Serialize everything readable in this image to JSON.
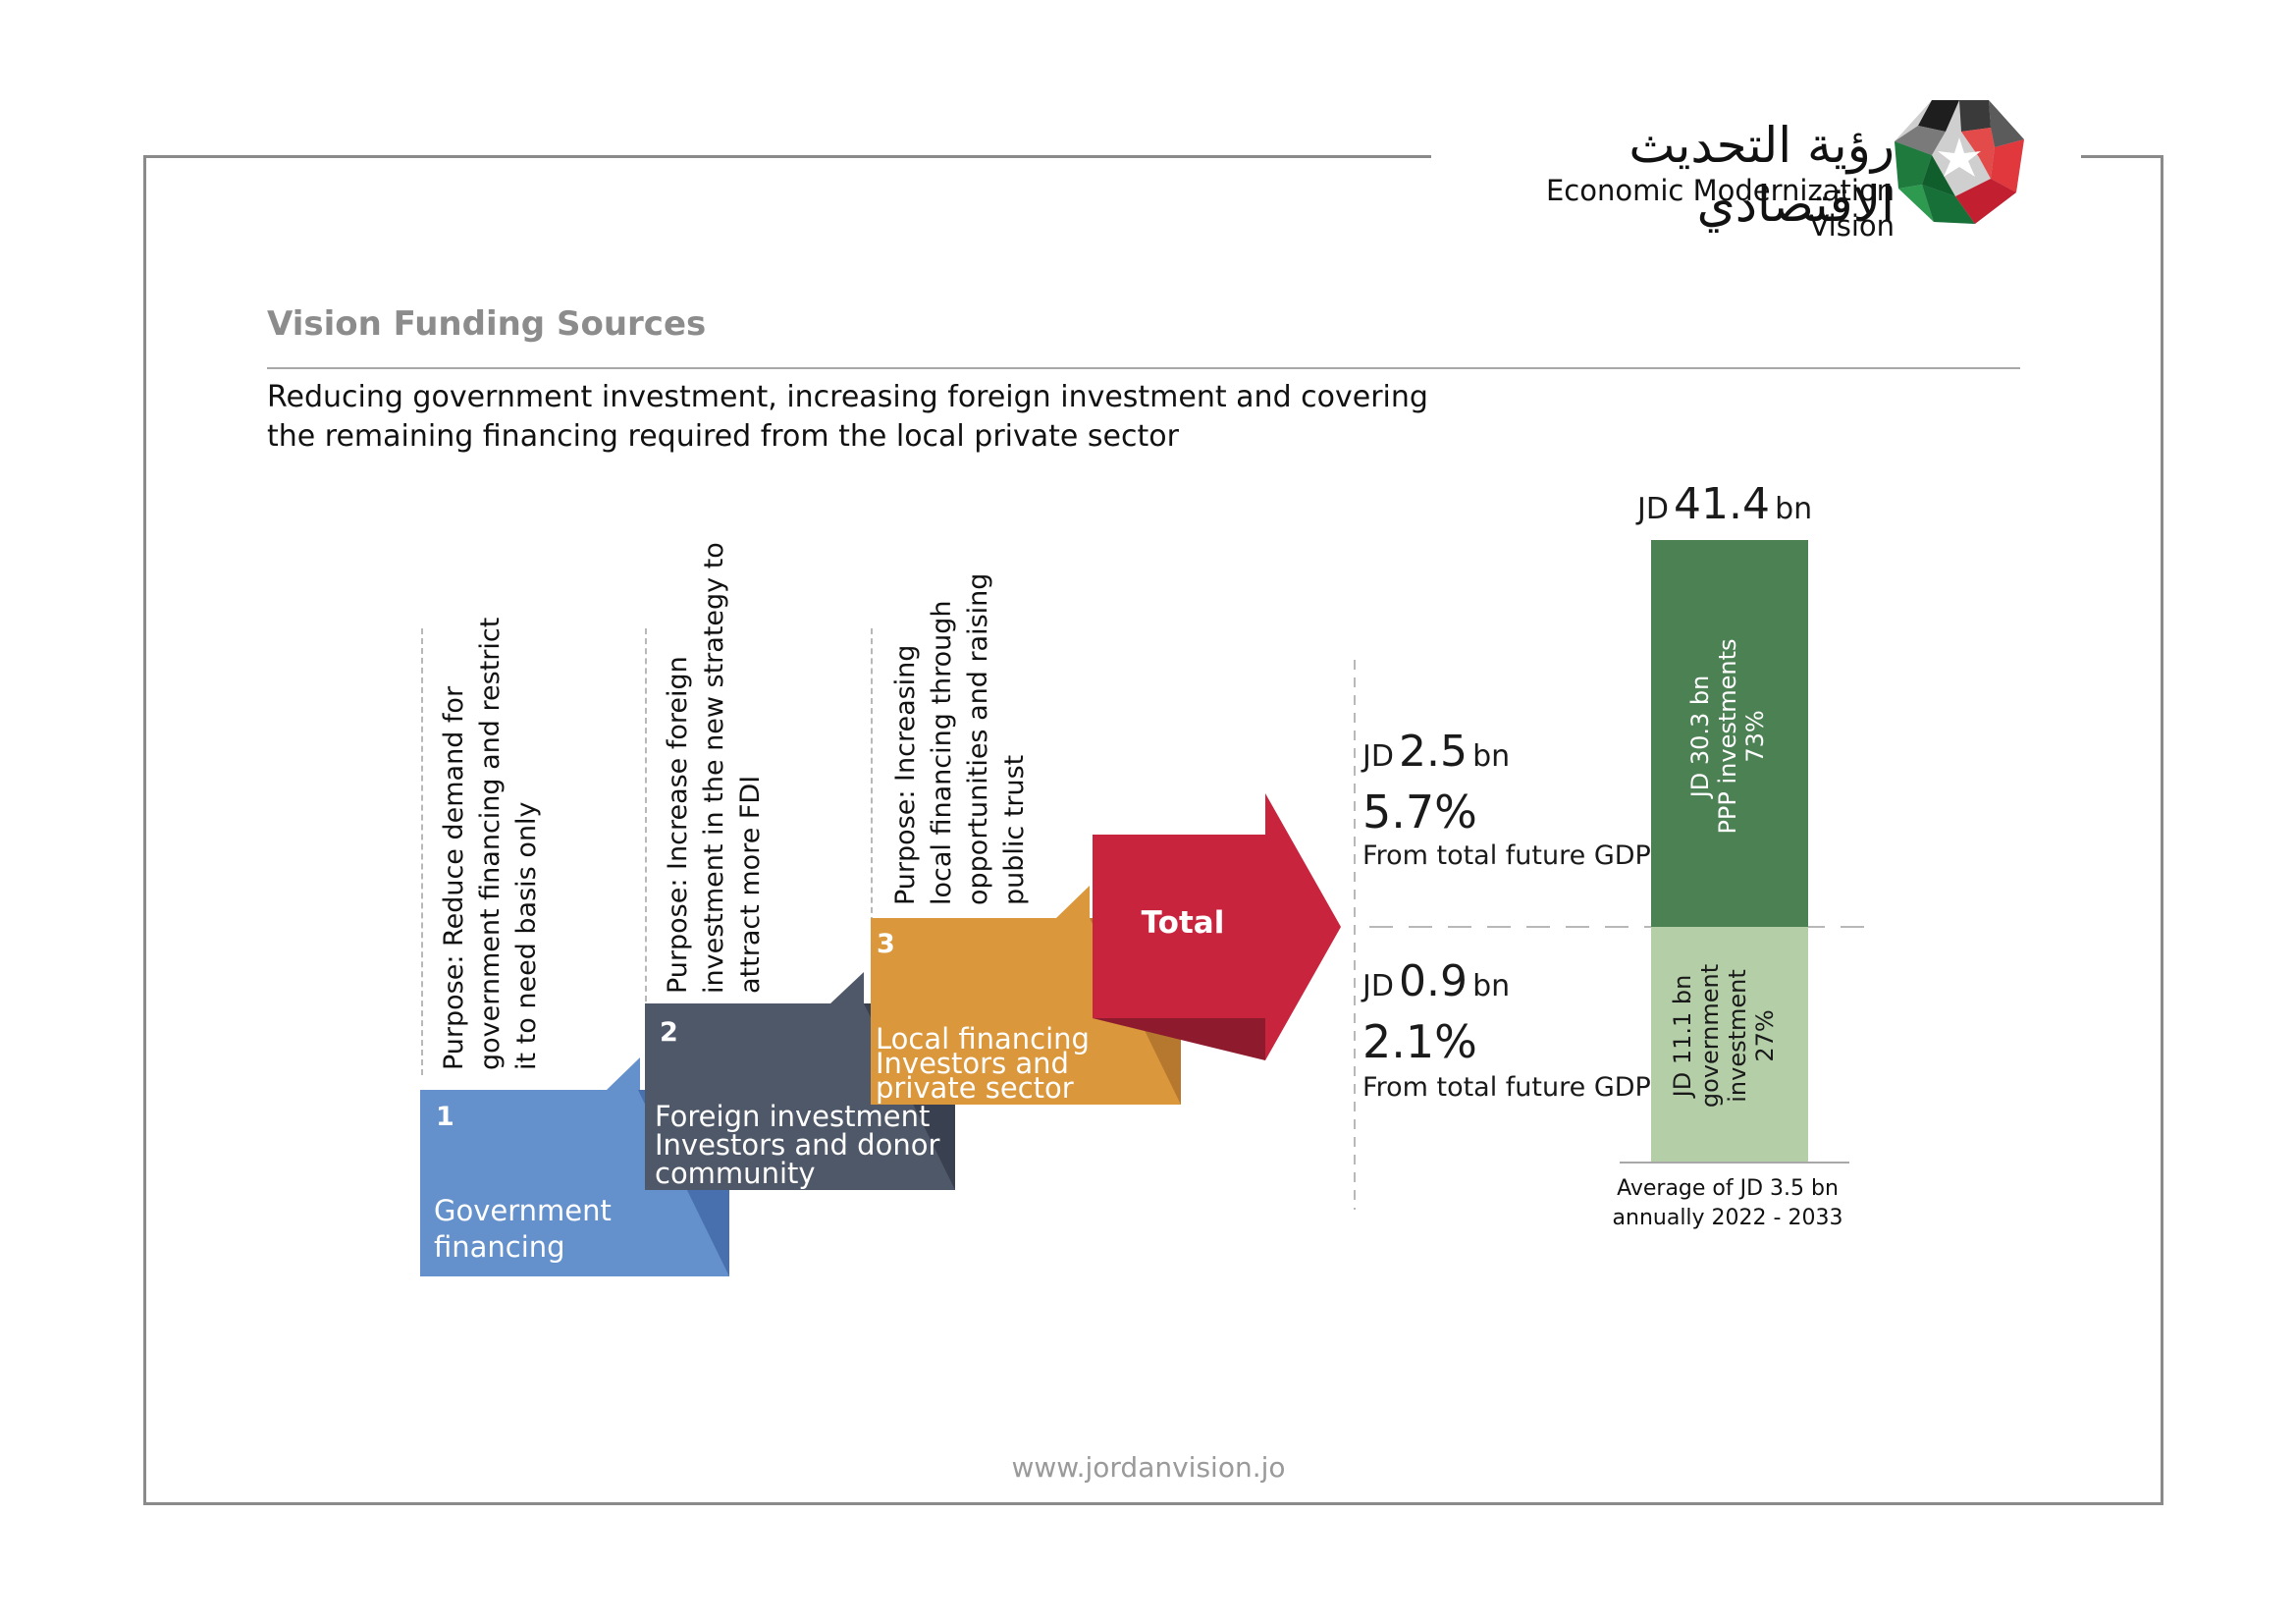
{
  "header": {
    "brand_arabic": "رؤية التحديث الاقتصادي",
    "brand_english": "Economic Modernization Vision",
    "logo_icon": "jordan-star-polygon-icon"
  },
  "section_title": "Vision Funding Sources",
  "subtitle": {
    "line1": "Reducing government investment, increasing foreign investment and covering",
    "line2": "the remaining financing required from the local private sector"
  },
  "steps": [
    {
      "number": "1",
      "label_lines": [
        "Government",
        "financing"
      ],
      "purpose_lines": [
        "Purpose: Reduce demand for",
        "government financing and restrict",
        "it to need basis only"
      ],
      "color": "#6490cb",
      "fold_color": "#486fae"
    },
    {
      "number": "2",
      "label_lines": [
        "Foreign investment",
        "Investors and donor",
        "community"
      ],
      "purpose_lines": [
        "Purpose: Increase foreign",
        "investment in the new strategy to",
        "attract more FDI"
      ],
      "color": "#4f5868",
      "fold_color": "#394150"
    },
    {
      "number": "3",
      "label_lines": [
        "Local financing",
        "Investors and",
        "private sector"
      ],
      "purpose_lines": [
        "Purpose: Increasing",
        "local financing through",
        "opportunities and raising",
        "public trust"
      ],
      "color": "#da973b",
      "fold_color": "#b6782f"
    }
  ],
  "total": {
    "label": "Total",
    "color": "#c8243e",
    "fold_color": "#8e1b2d"
  },
  "split": {
    "top": {
      "prefix": "JD",
      "amount": "2.5",
      "unit": "bn",
      "percent": "5.7%",
      "note": "From total future GDP"
    },
    "bottom": {
      "prefix": "JD",
      "amount": "0.9",
      "unit": "bn",
      "percent": "2.1%",
      "note": "From total future GDP"
    }
  },
  "bar": {
    "total_prefix": "JD",
    "total_amount": "41.4",
    "total_unit": "bn",
    "segments": [
      {
        "lines": [
          "JD 30.3 bn",
          "PPP investments",
          "73%"
        ],
        "value_bn": 30.3,
        "share": 0.73,
        "color": "#4c8154",
        "text_color": "#ffffff"
      },
      {
        "lines": [
          "JD 11.1 bn",
          "government",
          "investment",
          "27%"
        ],
        "value_bn": 11.1,
        "share": 0.27,
        "color": "#b4cfa8",
        "text_color": "#1a1a1a"
      }
    ],
    "footnote_lines": [
      "Average of JD 3.5 bn",
      "annually 2022 - 2033"
    ]
  },
  "footer_url": "www.jordanvision.jo"
}
